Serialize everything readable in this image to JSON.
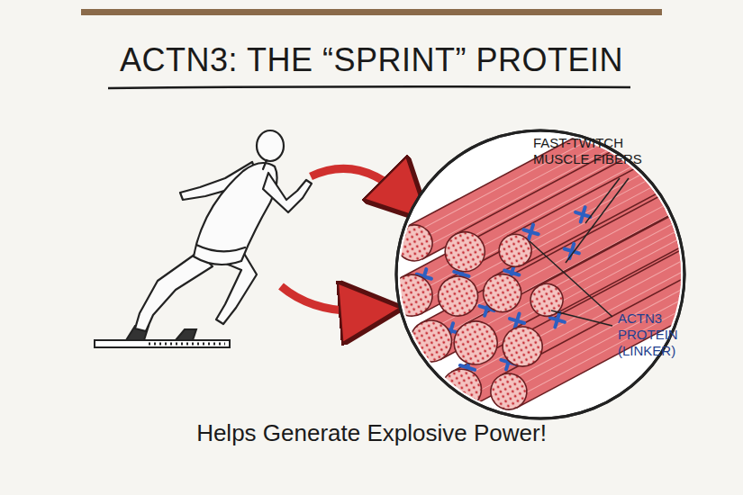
{
  "diagram": {
    "title": "ACTN3: THE “SPRINT” PROTEIN",
    "caption": "Helps Generate Explosive Power!",
    "labels": [
      "FAST-TWITCH MUSCLE FIBERS",
      "ACTN3 PROTEIN (LINKER)"
    ]
  }
}
